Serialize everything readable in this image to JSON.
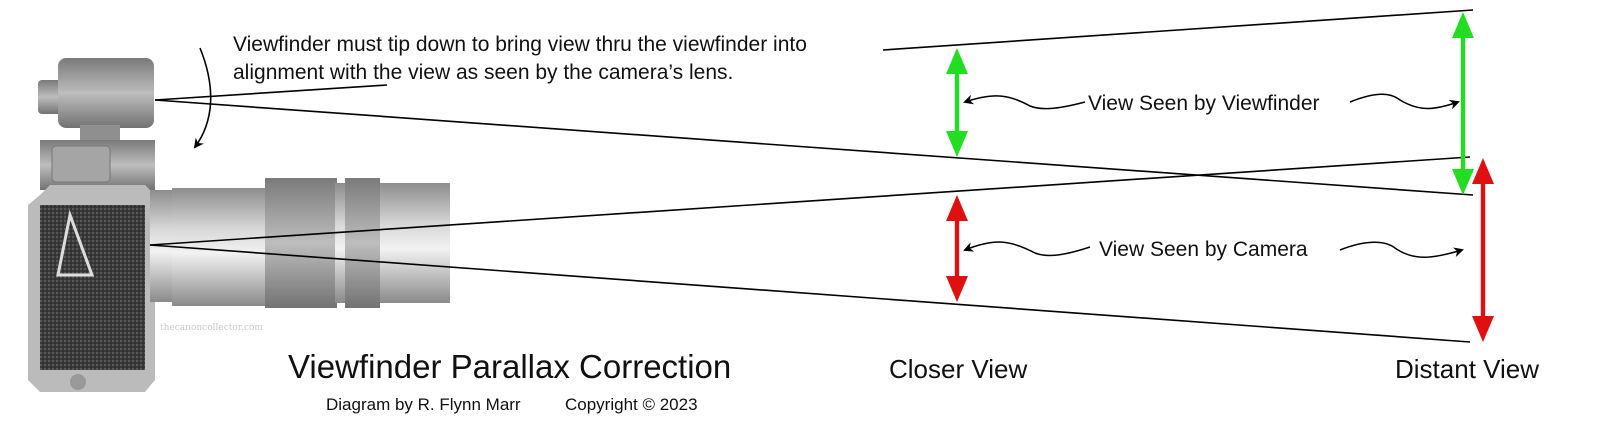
{
  "annotation": {
    "line1": "Viewfinder must tip down to bring view thru the viewfinder into",
    "line2": "alignment with the view as seen by the camera’s lens."
  },
  "labels": {
    "viewfinder_view": "View Seen by Viewfinder",
    "camera_view": "View Seen by Camera",
    "closer": "Closer View",
    "distant": "Distant View"
  },
  "title": "Viewfinder Parallax Correction",
  "credit": "Diagram by R. Flynn Marr",
  "copyright": "Copyright © 2023",
  "watermark": "thecanoncollector.com",
  "colors": {
    "viewfinder_arrow": "#22dd22",
    "camera_arrow": "#e01010",
    "lines": "#000000"
  }
}
